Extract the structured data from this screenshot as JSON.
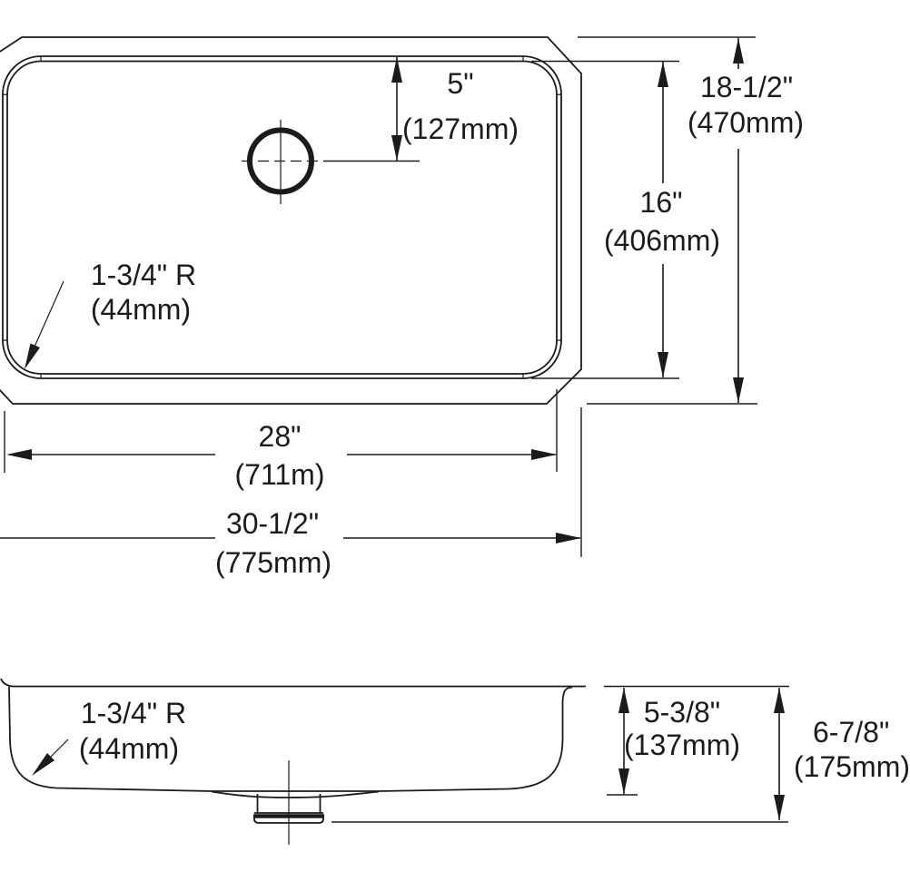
{
  "colors": {
    "ink": "#1b1b1b",
    "background": "#ffffff"
  },
  "top_view": {
    "drain_offset": {
      "inches": "5\"",
      "metric": "(127mm)"
    },
    "overall_front_to_back": {
      "inches": "18-1/2\"",
      "metric": "(470mm)"
    },
    "bowl_front_to_back": {
      "inches": "16\"",
      "metric": "(406mm)"
    },
    "corner_radius": {
      "inches": "1-3/4\" R",
      "metric": "(44mm)"
    },
    "bowl_width": {
      "inches": "28\"",
      "metric": "(711m)"
    },
    "overall_width": {
      "inches": "30-1/2\"",
      "metric": "(775mm)"
    }
  },
  "side_view": {
    "corner_radius": {
      "inches": "1-3/4\" R",
      "metric": "(44mm)"
    },
    "bowl_depth": {
      "inches": "5-3/8\"",
      "metric": "(137mm)"
    },
    "overall_depth": {
      "inches": "6-7/8\"",
      "metric": "(175mm)"
    }
  }
}
